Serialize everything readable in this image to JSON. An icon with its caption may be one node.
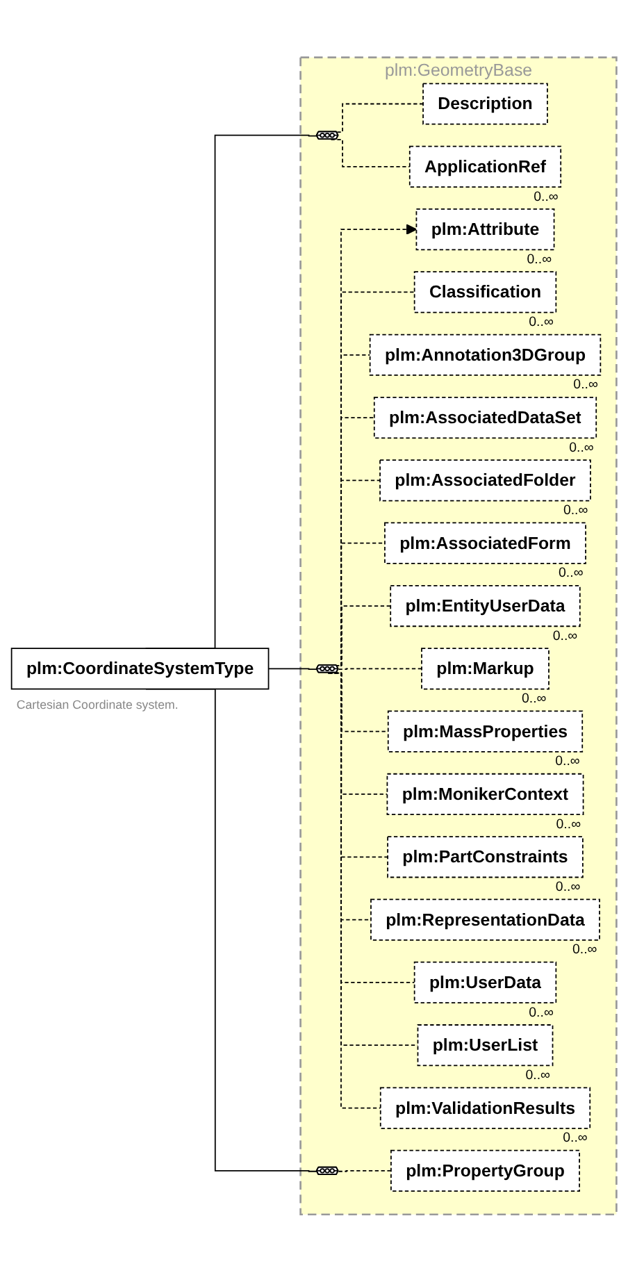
{
  "diagram": {
    "nodes": [
      {
        "text": [
          "plm:CoordinateSystemType"
        ],
        "beside": [
          "Cartesian Coordinate system."
        ]
      },
      {
        "text": [
          "plm:GeometryBase"
        ]
      },
      {
        "text": [],
        "shape": "octagon",
        "in": 1
      },
      {
        "text": [
          "Description"
        ],
        "in": 1
      },
      {
        "text": [
          "ApplicationRef"
        ],
        "in": 1,
        "beside": [
          "0..∞"
        ]
      },
      {
        "text": [],
        "shape": "octagon",
        "in": 1
      },
      {
        "text": [
          "plm:Attribute"
        ],
        "in": 1,
        "beside": [
          "0..∞"
        ]
      },
      {
        "text": [
          "Classification"
        ],
        "in": 1,
        "beside": [
          "0..∞"
        ]
      },
      {
        "text": [
          "plm:Annotation3DGroup"
        ],
        "in": 1,
        "beside": [
          "0..∞"
        ]
      },
      {
        "text": [
          "plm:AssociatedDataSet"
        ],
        "in": 1,
        "beside": [
          "0..∞"
        ]
      },
      {
        "text": [
          "plm:AssociatedFolder"
        ],
        "in": 1,
        "beside": [
          "0..∞"
        ]
      },
      {
        "text": [
          "plm:AssociatedForm"
        ],
        "in": 1,
        "beside": [
          "0..∞"
        ]
      },
      {
        "text": [
          "plm:EntityUserData"
        ],
        "in": 1,
        "beside": [
          "0..∞"
        ]
      },
      {
        "text": [
          "plm:Markup"
        ],
        "in": 1,
        "beside": [
          "0..∞"
        ]
      },
      {
        "text": [
          "plm:MassProperties"
        ],
        "in": 1,
        "beside": [
          "0..∞"
        ]
      },
      {
        "text": [
          "plm:MonikerContext"
        ],
        "in": 1,
        "beside": [
          "0..∞"
        ]
      },
      {
        "text": [
          "plm:PartConstraints"
        ],
        "in": 1,
        "beside": [
          "0..∞"
        ]
      },
      {
        "text": [
          "plm:RepresentationData"
        ],
        "in": 1,
        "beside": [
          "0..∞"
        ]
      },
      {
        "text": [
          "plm:UserData"
        ],
        "in": 1,
        "beside": [
          "0..∞"
        ]
      },
      {
        "text": [
          "plm:UserList"
        ],
        "in": 1,
        "beside": [
          "0..∞"
        ]
      },
      {
        "text": [
          "plm:ValidationResults"
        ],
        "in": 1,
        "beside": [
          "0..∞"
        ]
      },
      {
        "text": [],
        "shape": "octagon",
        "in": 1
      },
      {
        "text": [
          "plm:PropertyGroup"
        ],
        "in": 1
      }
    ],
    "edges": [
      {
        "from": 0,
        "to": 2,
        "arrow": "none"
      },
      {
        "from": 0,
        "to": 5,
        "arrow": "none"
      },
      {
        "from": 0,
        "to": 21,
        "arrow": "none"
      },
      {
        "from": 2,
        "to": 3,
        "arrow": "none",
        "style": "dashed"
      },
      {
        "from": 2,
        "to": 4,
        "arrow": "none",
        "style": "dashed"
      },
      {
        "from": 5,
        "to": 6,
        "arrow": "to",
        "style": "dashed"
      },
      {
        "from": 5,
        "to": 7,
        "arrow": "none",
        "style": "dashed"
      },
      {
        "from": 5,
        "to": 8,
        "arrow": "none",
        "style": "dashed"
      },
      {
        "from": 5,
        "to": 9,
        "arrow": "none",
        "style": "dashed"
      },
      {
        "from": 5,
        "to": 10,
        "arrow": "none",
        "style": "dashed"
      },
      {
        "from": 5,
        "to": 11,
        "arrow": "none",
        "style": "dashed"
      },
      {
        "from": 5,
        "to": 12,
        "arrow": "none",
        "style": "dashed"
      },
      {
        "from": 5,
        "to": 13,
        "arrow": "none",
        "style": "dashed"
      },
      {
        "from": 5,
        "to": 14,
        "arrow": "none",
        "style": "dashed"
      },
      {
        "from": 5,
        "to": 15,
        "arrow": "none",
        "style": "dashed"
      },
      {
        "from": 5,
        "to": 16,
        "arrow": "none",
        "style": "dashed"
      },
      {
        "from": 5,
        "to": 17,
        "arrow": "none",
        "style": "dashed"
      },
      {
        "from": 5,
        "to": 18,
        "arrow": "none",
        "style": "dashed"
      },
      {
        "from": 5,
        "to": 19,
        "arrow": "none",
        "style": "dashed"
      },
      {
        "from": 5,
        "to": 20,
        "arrow": "none",
        "style": "dashed"
      },
      {
        "from": 21,
        "to": 22,
        "arrow": "none",
        "style": "dashed"
      }
    ]
  }
}
